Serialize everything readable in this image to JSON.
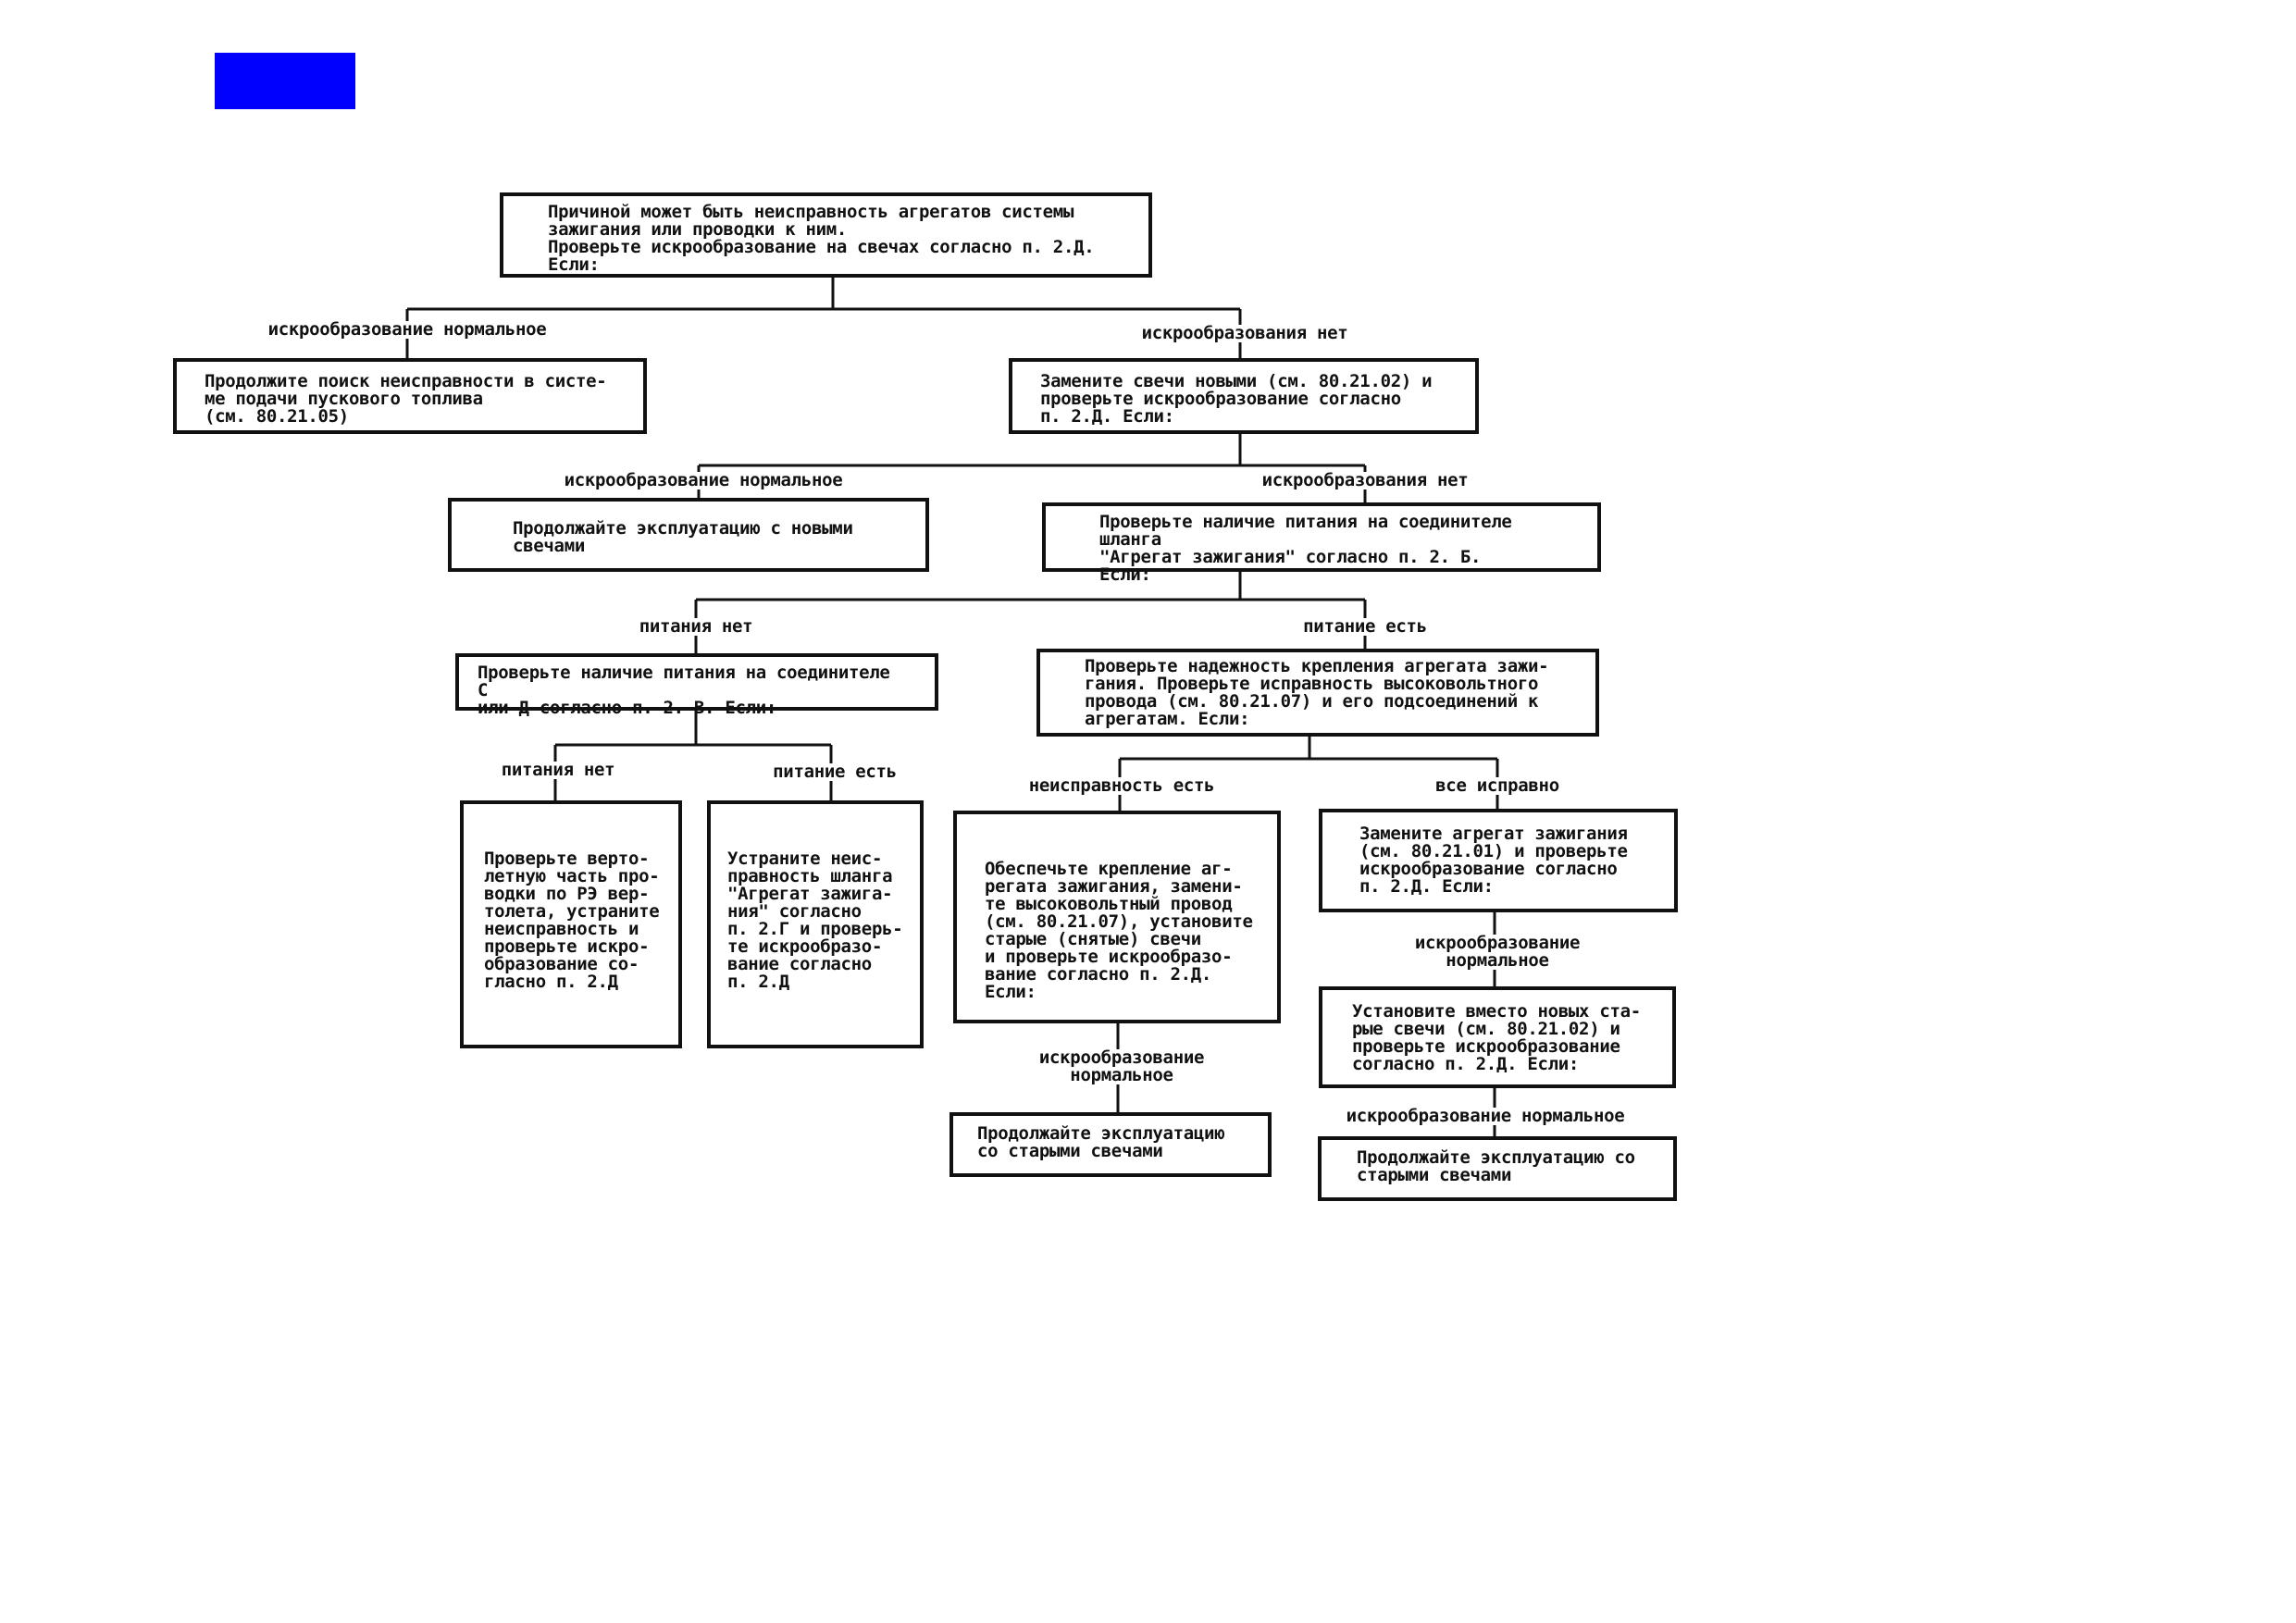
{
  "marker_color": "#0000ff",
  "boxes": {
    "root": "Причиной может быть неисправность агрегатов системы\nзажигания или проводки к ним.\nПроверьте искрообразование на свечах согласно п. 2.Д.\nЕсли:",
    "b1": "Продолжите поиск неисправности в систе-\nме подачи пускового топлива\n(см. 80.21.05)",
    "b2": "Замените свечи новыми (см. 80.21.02) и\nпроверьте искрообразование согласно\nп. 2.Д. Если:",
    "b3": "Продолжайте эксплуатацию с новыми\nсвечами",
    "b4": "Проверьте наличие питания на соединителе шланга\n\"Агрегат зажигания\" согласно п. 2. Б.\nЕсли:",
    "b5": "Проверьте наличие питания на соединителе С\nили Д согласно п. 2. В. Если:",
    "b6": "Проверьте надежность крепления агрегата зажи-\nгания. Проверьте исправность высоковольтного\nпровода (см. 80.21.07) и его подсоединений к\nагрегатам. Если:",
    "b7": "Проверьте верто-\nлетную часть про-\nводки по РЭ вер-\nтолета, устраните\nнеисправность и\nпроверьте искро-\nобразование со-\nгласно п. 2.Д",
    "b8": "Устраните неис-\nправность шланга\n\"Агрегат зажига-\nния\" согласно\nп. 2.Г и проверь-\nте искрообразо-\nвание согласно\nп. 2.Д",
    "b9": "Обеспечьте крепление аг-\nрегата зажигания, замени-\nте высоковольтный провод\n(см. 80.21.07), установите\nстарые (снятые) свечи\nи проверьте искрообразо-\nвание согласно п. 2.Д.\nЕсли:",
    "b10": "Замените агрегат зажигания\n(см. 80.21.01) и проверьте\nискрообразование согласно\nп. 2.Д. Если:",
    "b11": "Установите вместо новых ста-\nрые свечи (см. 80.21.02) и\nпроверьте искрообразование\nсогласно п. 2.Д. Если:",
    "b12": "Продолжайте эксплуатацию\nсо старыми свечами",
    "b13": "Продолжайте эксплуатацию со\nстарыми свечами"
  },
  "labels": {
    "l1": "искрообразование нормальное",
    "l2": "искрообразования нет",
    "l3": "искрообразование нормальное",
    "l4": "искрообразования нет",
    "l5": "питания нет",
    "l6": "питание есть",
    "l7": "питания нет",
    "l8": "питание есть",
    "l9": "неисправность есть",
    "l10": "все исправно",
    "l11": "искрообразование\nнормальное",
    "l12": "искрообразование\nнормальное",
    "l13": "искрообразование нормальное"
  }
}
